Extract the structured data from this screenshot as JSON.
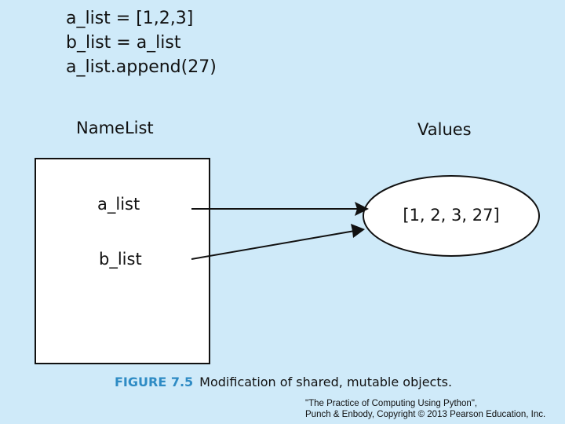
{
  "code": {
    "lines": [
      "a_list = [1,2,3]",
      "b_list = a_list",
      "a_list.append(27)"
    ]
  },
  "namelist": {
    "heading": "NameList",
    "variables": [
      "a_list",
      "b_list"
    ]
  },
  "values": {
    "heading": "Values",
    "object": "[1, 2, 3, 27]"
  },
  "caption": {
    "figure_number": "FIGURE 7.5",
    "text": "Modification of shared, mutable objects."
  },
  "credit": {
    "line1": "\"The Practice of Computing Using Python\",",
    "line2": "Punch & Enbody, Copyright © 2013 Pearson Education, Inc."
  },
  "colors": {
    "background": "#cfeaf9",
    "figure_label": "#2e8bc4",
    "box_fill": "#ffffff",
    "stroke": "#111111"
  }
}
